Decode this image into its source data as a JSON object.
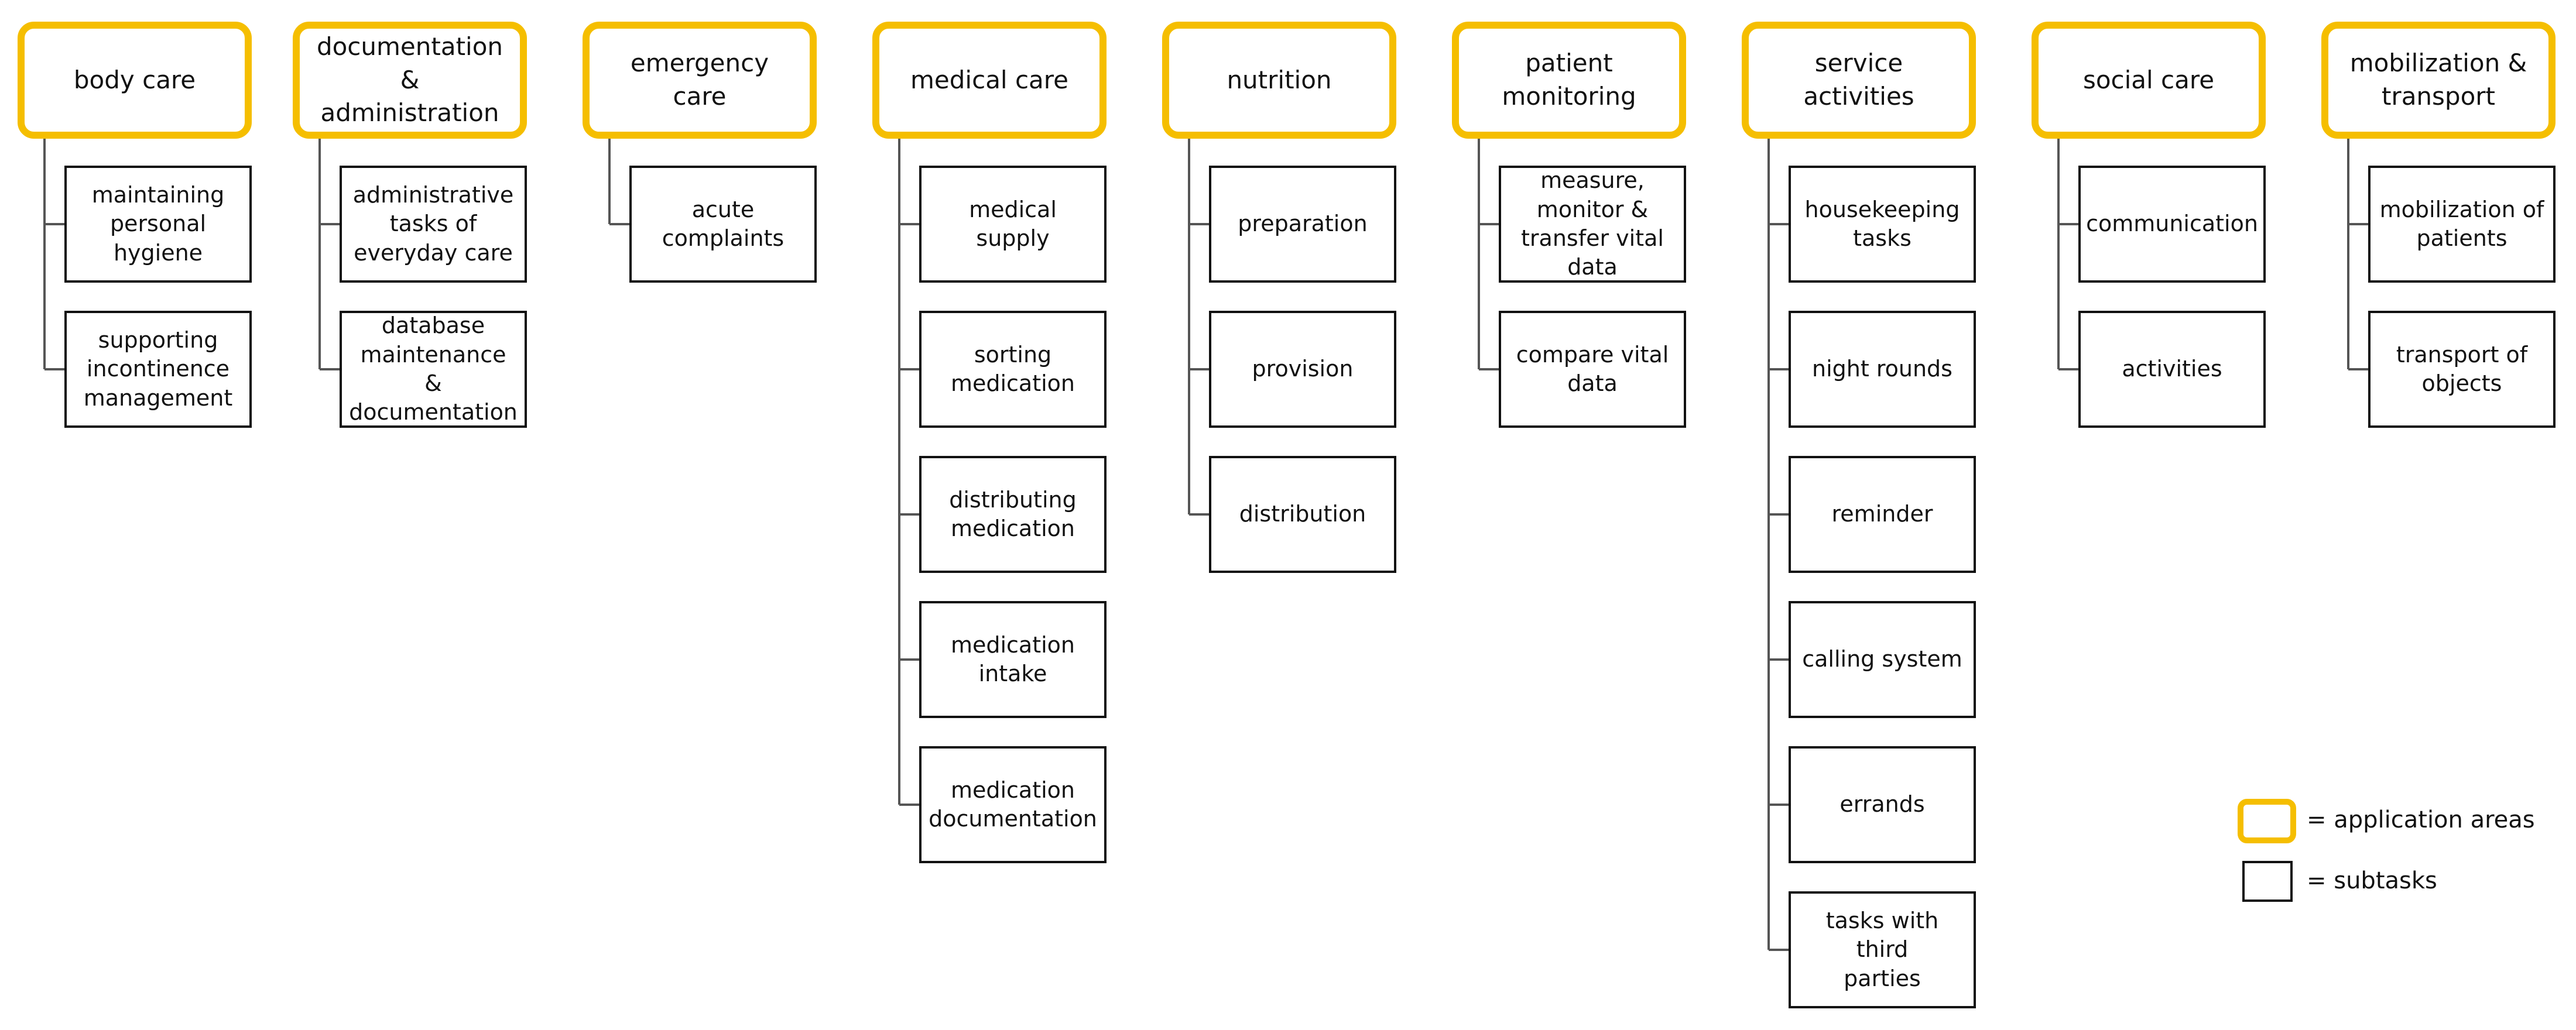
{
  "colors": {
    "application_area_border": "#F5BE00",
    "subtask_border": "#111111",
    "connector": "#555555"
  },
  "areas": [
    {
      "label": "body care",
      "subtasks": [
        "maintaining\npersonal\nhygiene",
        "supporting\nincontinence\nmanagement"
      ]
    },
    {
      "label": "documentation\n&\nadministration",
      "subtasks": [
        "administrative\ntasks of\neveryday care",
        "database\nmaintenance &\ndocumentation"
      ]
    },
    {
      "label": "emergency care",
      "subtasks": [
        "acute\ncomplaints"
      ]
    },
    {
      "label": "medical care",
      "subtasks": [
        "medical supply",
        "sorting\nmedication",
        "distributing\nmedication",
        "medication\nintake",
        "medication\ndocumentation"
      ]
    },
    {
      "label": "nutrition",
      "subtasks": [
        "preparation",
        "provision",
        "distribution"
      ]
    },
    {
      "label": "patient\nmonitoring",
      "subtasks": [
        "measure,\nmonitor &\ntransfer vital\ndata",
        "compare vital\ndata"
      ]
    },
    {
      "label": "service activities",
      "subtasks": [
        "housekeeping\ntasks",
        "night rounds",
        "reminder",
        "calling system",
        "errands",
        "tasks with third\nparties"
      ]
    },
    {
      "label": "social care",
      "subtasks": [
        "communication",
        "activities"
      ]
    },
    {
      "label": "mobilization &\ntransport",
      "subtasks": [
        "mobilization of\npatients",
        "transport of\nobjects"
      ]
    }
  ],
  "legend": {
    "application_areas": "= application areas",
    "subtasks": "= subtasks"
  }
}
